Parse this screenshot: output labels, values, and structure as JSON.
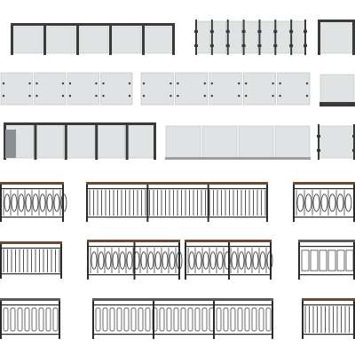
{
  "colors": {
    "background": "#ffffff",
    "glass": "#dfe3e4",
    "glass_edge": "#b9bfc1",
    "post": "#3a3a3a",
    "iron": "#2a2a2a",
    "wood_handrail": "#6b4a35",
    "steel_handrail": "#5a5a5a"
  },
  "railings": [
    {
      "name": "glass-railing-handrail-posts",
      "kind": "glass-posts"
    },
    {
      "name": "glass-railing-clamped-panels",
      "kind": "glass-clamps"
    },
    {
      "name": "glass-railing-framed-small",
      "kind": "glass-framed"
    },
    {
      "name": "glass-railing-standoff-panels",
      "kind": "glass-standoff"
    },
    {
      "name": "glass-railing-standoff-long",
      "kind": "glass-standoff"
    },
    {
      "name": "glass-railing-base-channel",
      "kind": "glass-channel"
    },
    {
      "name": "glass-railing-mixed-panels",
      "kind": "glass-mixed"
    },
    {
      "name": "glass-railing-frameless",
      "kind": "glass-frameless"
    },
    {
      "name": "glass-railing-clip-small",
      "kind": "glass-clip"
    },
    {
      "name": "iron-railing-scroll-panel",
      "kind": "iron-scroll"
    },
    {
      "name": "iron-railing-vertical-bars",
      "kind": "iron-bars"
    },
    {
      "name": "iron-railing-ornate-rings",
      "kind": "iron-rings"
    },
    {
      "name": "iron-railing-bars-short",
      "kind": "iron-bars"
    },
    {
      "name": "iron-railing-ornate-medallion",
      "kind": "iron-ornate"
    },
    {
      "name": "iron-railing-ornate-medallion-b",
      "kind": "iron-ornate"
    },
    {
      "name": "iron-railing-grid-panel",
      "kind": "iron-grid"
    },
    {
      "name": "iron-railing-baluster-short",
      "kind": "iron-baluster"
    },
    {
      "name": "iron-railing-baluster-long",
      "kind": "iron-baluster"
    },
    {
      "name": "iron-railing-bars-right",
      "kind": "iron-bars"
    }
  ]
}
